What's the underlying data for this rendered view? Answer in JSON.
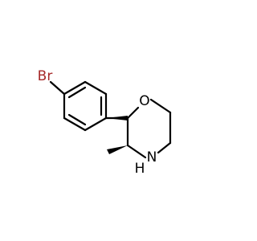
{
  "molecule": {
    "atoms": {
      "bromine": {
        "label": "Br",
        "color": "#a62929"
      },
      "oxygen": {
        "label": "O",
        "color": "#000000"
      },
      "nitrogen": {
        "label": "N",
        "color": "#000000"
      },
      "nitrogen_h": {
        "label": "H",
        "color": "#000000"
      }
    },
    "bond_color": "#000000",
    "background": "#ffffff"
  }
}
